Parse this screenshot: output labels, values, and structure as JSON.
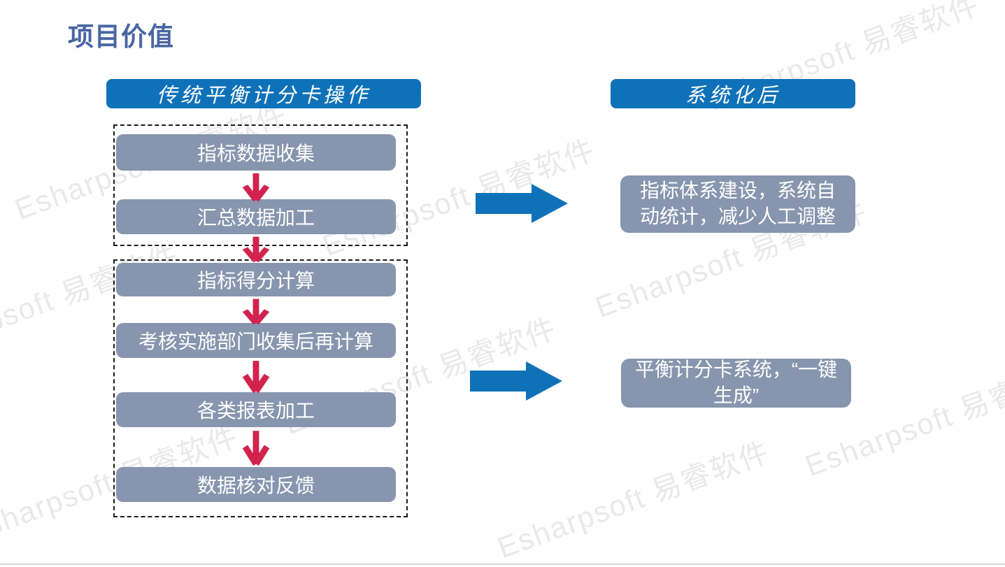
{
  "slide": {
    "title": "项目价值",
    "watermark_text": "Esharpsoft 易睿软件"
  },
  "colors": {
    "accent_blue": "#0f72b9",
    "box_gray": "#8795ae",
    "arrow_red": "#d2234f",
    "title_blue": "#4a66a3",
    "watermark_gray": "#e9e9e9"
  },
  "left_column": {
    "header": "传统平衡计分卡操作",
    "groups": [
      {
        "steps": [
          "指标数据收集",
          "汇总数据加工"
        ]
      },
      {
        "steps": [
          "指标得分计算",
          "考核实施部门收集后再计算",
          "各类报表加工",
          "数据核对反馈"
        ]
      }
    ]
  },
  "right_column": {
    "header": "系统化后",
    "results": [
      "指标体系建设，系统自动统计，减少人工调整",
      "平衡计分卡系统，“一键生成”"
    ]
  }
}
